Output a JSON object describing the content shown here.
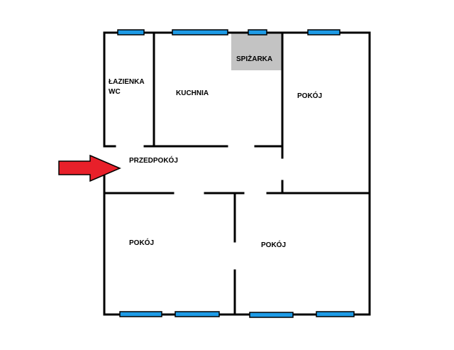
{
  "rooms": {
    "bathroom_line1": "ŁAZIENKA",
    "bathroom_line2": "WC",
    "kitchen": "KUCHNIA",
    "pantry": "SPIŻARKA",
    "room_upper_right": "POKÓJ",
    "hallway": "PRZEDPOKÓJ",
    "room_lower_left": "POKÓJ",
    "room_lower_right": "POKÓJ"
  },
  "colors": {
    "walls": "#000000",
    "windows": "#1e9be6",
    "pantry_fill": "#c3c3c3",
    "entrance_arrow": "#e8202a",
    "background": "#ffffff"
  },
  "icons": {
    "entrance": "entrance-arrow-icon",
    "window": "window-icon"
  }
}
